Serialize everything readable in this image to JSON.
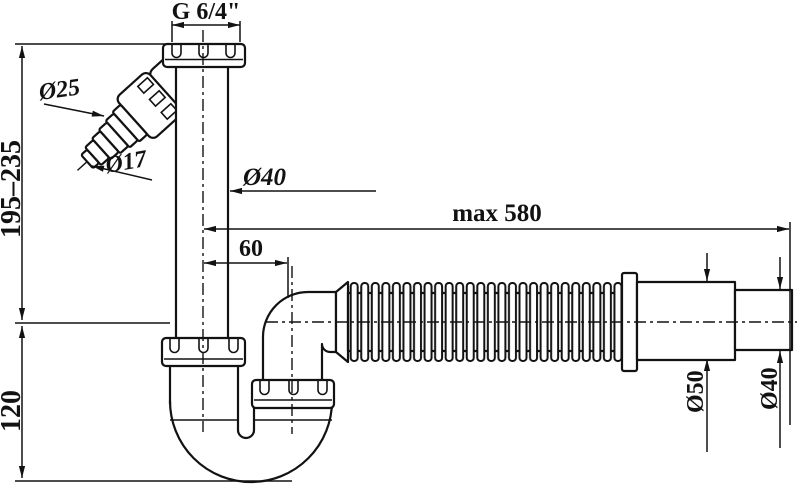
{
  "labels": {
    "thread": "G 6/4\"",
    "branch_hose_od": "Ø25",
    "branch_hose_id": "Ø17",
    "inlet_pipe_od": "Ø40",
    "hose_max_length": "max 580",
    "elbow_offset": "60",
    "inlet_height_range": "195–235",
    "trap_depth": "120",
    "outlet_od_large": "Ø50",
    "outlet_od_small": "Ø40"
  },
  "colors": {
    "line": "#121212",
    "background": "#ffffff"
  }
}
